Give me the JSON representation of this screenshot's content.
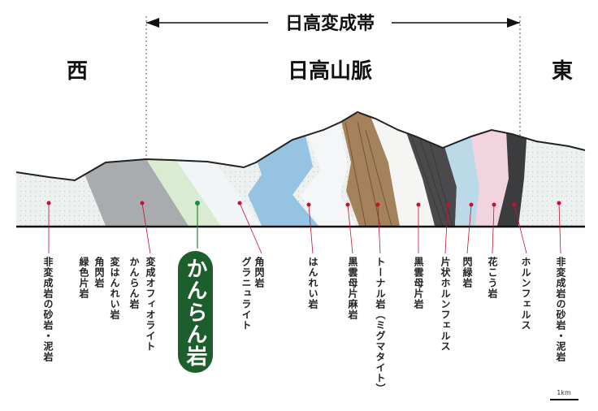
{
  "title": {
    "band": "日高変成帯",
    "range": "日高山脈",
    "west": "西",
    "east": "東"
  },
  "labels": [
    {
      "id": "nonmeta-west",
      "text": "非変成岩の砂岩・泥岩"
    },
    {
      "id": "schist",
      "text": "緑色片岩"
    },
    {
      "id": "amphibolite-a",
      "text": "角閃岩"
    },
    {
      "id": "meta-hornfels",
      "text": "変はんれい岩"
    },
    {
      "id": "ophiolite",
      "text": "変成オフィオライト"
    },
    {
      "id": "kanran-small",
      "text": "かんらん岩"
    },
    {
      "id": "amphibolite-b",
      "text": "角閃岩"
    },
    {
      "id": "granulite",
      "text": "グラニュライト"
    },
    {
      "id": "gabbro",
      "text": "はんれい岩"
    },
    {
      "id": "biotite-gneiss",
      "text": "黒雲母片麻岩"
    },
    {
      "id": "tonalite",
      "text": "トーナル岩（ミグマタイト）"
    },
    {
      "id": "biotite-schist",
      "text": "黒雲母片岩"
    },
    {
      "id": "schistose-hornfels",
      "text": "片状ホルンフェルス"
    },
    {
      "id": "diorite",
      "text": "閃緑岩"
    },
    {
      "id": "granite",
      "text": "花こう岩"
    },
    {
      "id": "hornfels",
      "text": "ホルンフェルス"
    },
    {
      "id": "nonmeta-east",
      "text": "非変成岩の砂岩・泥岩"
    }
  ],
  "highlight": {
    "text": "かんらん岩",
    "color": "#1c5e2c"
  },
  "scale": {
    "text": "1km"
  },
  "colors": {
    "nonmeta": "#ecf0ee",
    "ophiolite": "#a9acae",
    "peridotite": "#d9ecd2",
    "granulite": "#f2f5f7",
    "gabbro": "#97c3e2",
    "tonalite": "#a4825c",
    "hornfels_dark": "#4a4a4c",
    "diorite": "#bcd9e8",
    "granite": "#f2d4de",
    "dots": "#c8102e",
    "green_dot": "#1f8a3a"
  }
}
